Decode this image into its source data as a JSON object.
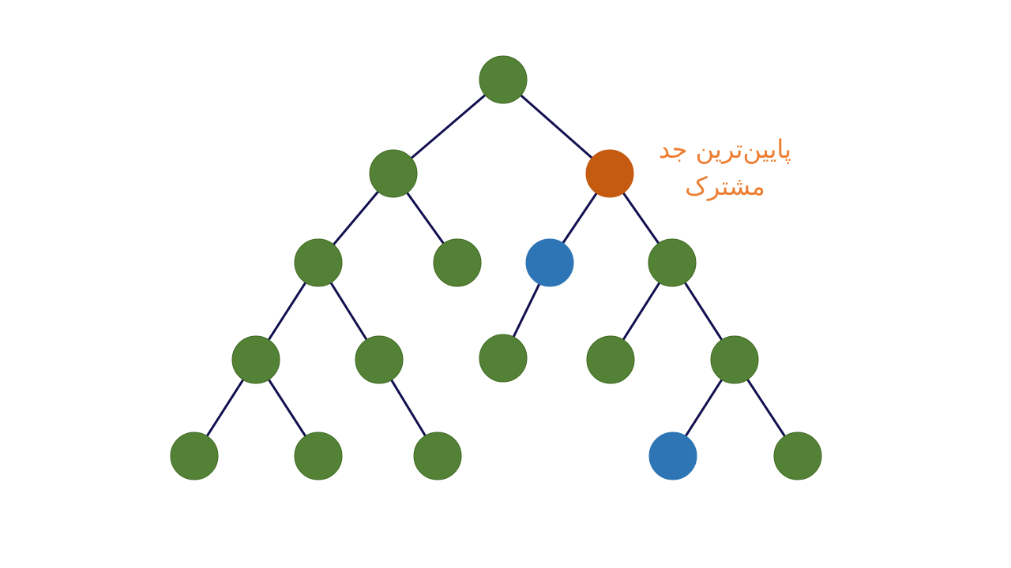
{
  "colors": {
    "edge": "#12104f",
    "normal": "#538135",
    "query": "#2e75b6",
    "lca": "#c55a11",
    "label": "#ed7d31"
  },
  "nodes": [
    {
      "id": "n0",
      "kind": "normal"
    },
    {
      "id": "n1",
      "kind": "normal"
    },
    {
      "id": "n2",
      "kind": "lca"
    },
    {
      "id": "n3",
      "kind": "normal"
    },
    {
      "id": "n4",
      "kind": "normal"
    },
    {
      "id": "n5",
      "kind": "query"
    },
    {
      "id": "n6",
      "kind": "normal"
    },
    {
      "id": "n7",
      "kind": "normal"
    },
    {
      "id": "n8",
      "kind": "normal"
    },
    {
      "id": "n9",
      "kind": "normal"
    },
    {
      "id": "n10",
      "kind": "normal"
    },
    {
      "id": "n11",
      "kind": "normal"
    },
    {
      "id": "n12",
      "kind": "normal"
    },
    {
      "id": "n13",
      "kind": "normal"
    },
    {
      "id": "n14",
      "kind": "normal"
    },
    {
      "id": "n15",
      "kind": "query"
    },
    {
      "id": "n16",
      "kind": "normal"
    }
  ],
  "edges": [
    [
      "n0",
      "n1"
    ],
    [
      "n0",
      "n2"
    ],
    [
      "n1",
      "n3"
    ],
    [
      "n1",
      "n4"
    ],
    [
      "n2",
      "n5"
    ],
    [
      "n2",
      "n6"
    ],
    [
      "n3",
      "n7"
    ],
    [
      "n3",
      "n8"
    ],
    [
      "n5",
      "n9"
    ],
    [
      "n6",
      "n10"
    ],
    [
      "n6",
      "n11"
    ],
    [
      "n7",
      "n12"
    ],
    [
      "n7",
      "n13"
    ],
    [
      "n8",
      "n14"
    ],
    [
      "n11",
      "n15"
    ],
    [
      "n11",
      "n16"
    ]
  ],
  "label": {
    "line1": "پایین‌ترین جد",
    "line2": "مشترک"
  }
}
